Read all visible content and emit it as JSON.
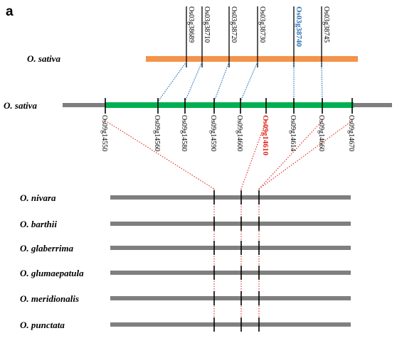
{
  "panel_label": "a",
  "colors": {
    "top_bar": "#f4934a",
    "mid_bar": "#00b050",
    "mid_bar_ends": "#7f7f7f",
    "lower_bars": "#7f7f7f",
    "blue_link": "#2e75b6",
    "red_link": "#e0261c",
    "tick": "#000000"
  },
  "top_row": {
    "label": "O. sativa",
    "genes": [
      {
        "id": "Os03g38689",
        "highlight": false
      },
      {
        "id": "Os03g38710",
        "highlight": false
      },
      {
        "id": "Os03g38720",
        "highlight": false
      },
      {
        "id": "Os03g38730",
        "highlight": false
      },
      {
        "id": "Os03g38740",
        "highlight": true
      },
      {
        "id": "Os03g38745",
        "highlight": false
      }
    ]
  },
  "middle_row": {
    "label": "O. sativa",
    "genes": [
      {
        "id": "Os09g14550",
        "highlight": false
      },
      {
        "id": "Os09g14560",
        "highlight": false
      },
      {
        "id": "Os09g14580",
        "highlight": false
      },
      {
        "id": "Os09g14590",
        "highlight": false
      },
      {
        "id": "Os09g14600",
        "highlight": false
      },
      {
        "id": "Os09g14610",
        "highlight": true
      },
      {
        "id": "Os09g14614",
        "highlight": false
      },
      {
        "id": "Os09g14660",
        "highlight": false
      },
      {
        "id": "Os09g14670",
        "highlight": false
      }
    ]
  },
  "species_rows": [
    {
      "label": "O. nivara"
    },
    {
      "label": "O. barthii"
    },
    {
      "label": "O. glaberrima"
    },
    {
      "label": "O. glumaepatula"
    },
    {
      "label": "O. meridionalis"
    },
    {
      "label": "O. punctata"
    }
  ]
}
